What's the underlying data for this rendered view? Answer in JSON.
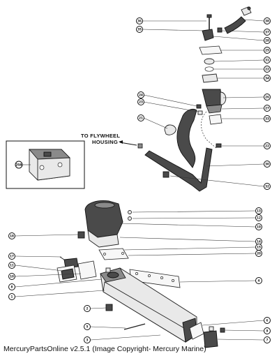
{
  "annotation": {
    "line1": "TO FLYWHEEL",
    "line2": "HOUSING"
  },
  "caption": "MercuryPartsOnline v2.5.1 (Image Copyright- Mercury Marine)",
  "callouts": {
    "c36": "36",
    "c35": "35",
    "c38": "38",
    "c37": "37",
    "c28": "28",
    "c25": "25",
    "c31": "31",
    "c22": "22",
    "c34": "34",
    "c24": "24",
    "c23": "23",
    "c21": "21",
    "c26": "26",
    "c27": "27",
    "c33": "33",
    "c29": "29",
    "c30": "30",
    "c32": "32",
    "c20a": "20A",
    "c13": "13",
    "c18": "18",
    "c12": "12",
    "c19": "19",
    "c14": "14",
    "c15": "15",
    "c20": "20",
    "c17": "17",
    "c11": "11",
    "c10": "10",
    "c8": "8",
    "c1": "1",
    "c2": "2",
    "c3": "3",
    "c4": "4",
    "c5": "5",
    "c6": "6",
    "c7": "7",
    "c9": "9"
  }
}
